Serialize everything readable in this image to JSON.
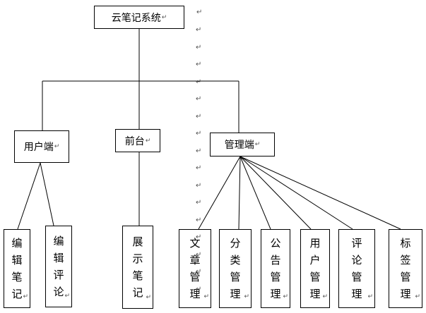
{
  "root": {
    "label": "云笔记系统"
  },
  "level1": [
    {
      "label": "用户端"
    },
    {
      "label": "前台"
    },
    {
      "label": "管理端"
    }
  ],
  "user_children": [
    {
      "label": "编辑笔记"
    },
    {
      "label": "编辑评论"
    }
  ],
  "front_children": [
    {
      "label": "展示笔记"
    }
  ],
  "admin_children": [
    {
      "label": "文章管理"
    },
    {
      "label": "分类管理"
    },
    {
      "label": "公告管理"
    },
    {
      "label": "用户管理"
    },
    {
      "label": "评论管理"
    },
    {
      "label": "标签管理"
    }
  ],
  "paragraph_mark": "↵"
}
